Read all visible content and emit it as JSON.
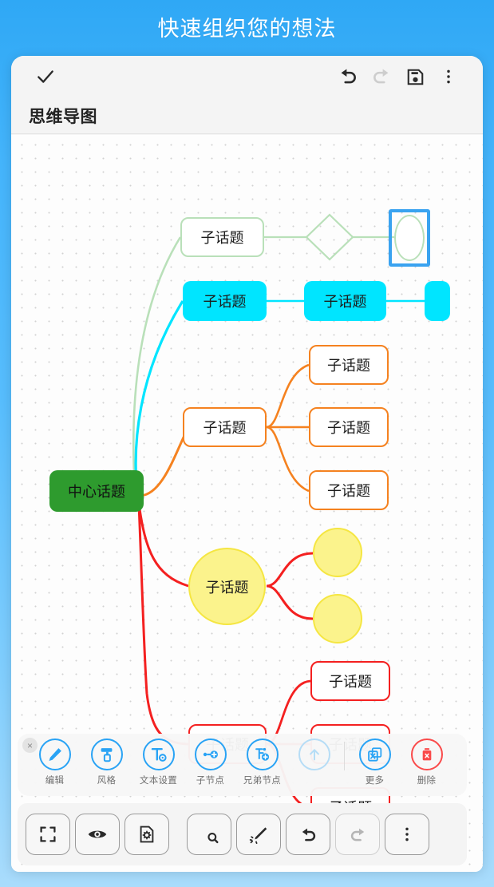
{
  "promo": {
    "title": "快速组织您的想法"
  },
  "app": {
    "topbar": {
      "confirm_icon": "check-icon",
      "undo_icon": "undo-icon",
      "redo_icon": "redo-icon",
      "save_icon": "save-floppy-icon",
      "overflow_icon": "more-vertical-icon"
    },
    "document_title": "思维导图"
  },
  "colors": {
    "banner_blue": "#44b4fb",
    "accent_blue": "#29a3f5",
    "selection_blue": "#3aa3f0",
    "center_green": "#2e9b2e",
    "branch_green": "#b9e0b9",
    "branch_cyan": "#00e5ff",
    "branch_orange": "#f58220",
    "branch_yellow": "#f5e642",
    "branch_red": "#f42020",
    "danger_red": "#fa4a4a",
    "canvas_bg": "#fdfdfd",
    "grid_dot": "#d2d2d2"
  },
  "mindmap": {
    "center_label": "中心话题",
    "child_label": "子话题",
    "branches": [
      {
        "name": "green-branch",
        "color": "#b9e0b9",
        "nodes": [
          {
            "label": "子话题",
            "shape": "rounded-rect",
            "filled": false
          },
          {
            "label": "",
            "shape": "diamond",
            "filled": false
          },
          {
            "label": "",
            "shape": "ellipse",
            "filled": false,
            "selected": true
          }
        ]
      },
      {
        "name": "cyan-branch",
        "color": "#00e5ff",
        "nodes": [
          {
            "label": "子话题",
            "shape": "rounded-rect",
            "filled": true
          },
          {
            "label": "子话题",
            "shape": "rounded-rect",
            "filled": true
          },
          {
            "label": "",
            "shape": "rounded-rect",
            "filled": true
          }
        ]
      },
      {
        "name": "orange-branch",
        "color": "#f58220",
        "nodes": [
          {
            "label": "子话题",
            "shape": "rounded-rect",
            "filled": false
          },
          {
            "label": "子话题",
            "shape": "rounded-rect",
            "filled": false
          },
          {
            "label": "子话题",
            "shape": "rounded-rect",
            "filled": false
          },
          {
            "label": "子话题",
            "shape": "rounded-rect",
            "filled": false
          }
        ]
      },
      {
        "name": "yellow-branch",
        "color": "#f5e642",
        "nodes": [
          {
            "label": "子话题",
            "shape": "circle",
            "filled": true
          },
          {
            "label": "",
            "shape": "circle",
            "filled": true
          },
          {
            "label": "",
            "shape": "circle",
            "filled": true
          }
        ]
      },
      {
        "name": "red-branch",
        "color": "#f42020",
        "nodes": [
          {
            "label": "子话题",
            "shape": "rounded-rect",
            "filled": false
          },
          {
            "label": "子话题",
            "shape": "rounded-rect",
            "filled": false
          },
          {
            "label": "子话题",
            "shape": "rounded-rect",
            "filled": false
          },
          {
            "label": "子话题",
            "shape": "rounded-rect",
            "filled": false
          }
        ]
      }
    ]
  },
  "context_toolbar": {
    "close_label": "×",
    "items": [
      {
        "label": "编辑",
        "icon": "pencil-icon",
        "state": "enabled"
      },
      {
        "label": "风格",
        "icon": "paint-roller-icon",
        "state": "enabled"
      },
      {
        "label": "文本设置",
        "icon": "text-settings-icon",
        "state": "enabled"
      },
      {
        "label": "子节点",
        "icon": "child-node-icon",
        "state": "enabled"
      },
      {
        "label": "兄弟节点",
        "icon": "sibling-node-icon",
        "state": "enabled"
      },
      {
        "label": "",
        "icon": "arrow-up-icon",
        "state": "disabled"
      },
      {
        "label": "更多",
        "icon": "more-layers-icon",
        "state": "enabled"
      },
      {
        "label": "删除",
        "icon": "trash-icon",
        "state": "danger"
      }
    ]
  },
  "bottom_bar": {
    "buttons": [
      {
        "name": "fit-screen-button",
        "icon": "fit-screen-icon",
        "state": "enabled"
      },
      {
        "name": "preview-button",
        "icon": "eye-icon",
        "state": "enabled"
      },
      {
        "name": "doc-settings-button",
        "icon": "doc-gear-icon",
        "state": "enabled"
      },
      {
        "name": "search-button",
        "icon": "search-globe-icon",
        "state": "enabled"
      },
      {
        "name": "magic-button",
        "icon": "magic-wand-icon",
        "state": "enabled"
      },
      {
        "name": "undo-button",
        "icon": "undo-icon",
        "state": "enabled"
      },
      {
        "name": "redo-button",
        "icon": "redo-icon",
        "state": "disabled"
      },
      {
        "name": "overflow-button",
        "icon": "more-vertical-icon",
        "state": "enabled"
      }
    ]
  }
}
